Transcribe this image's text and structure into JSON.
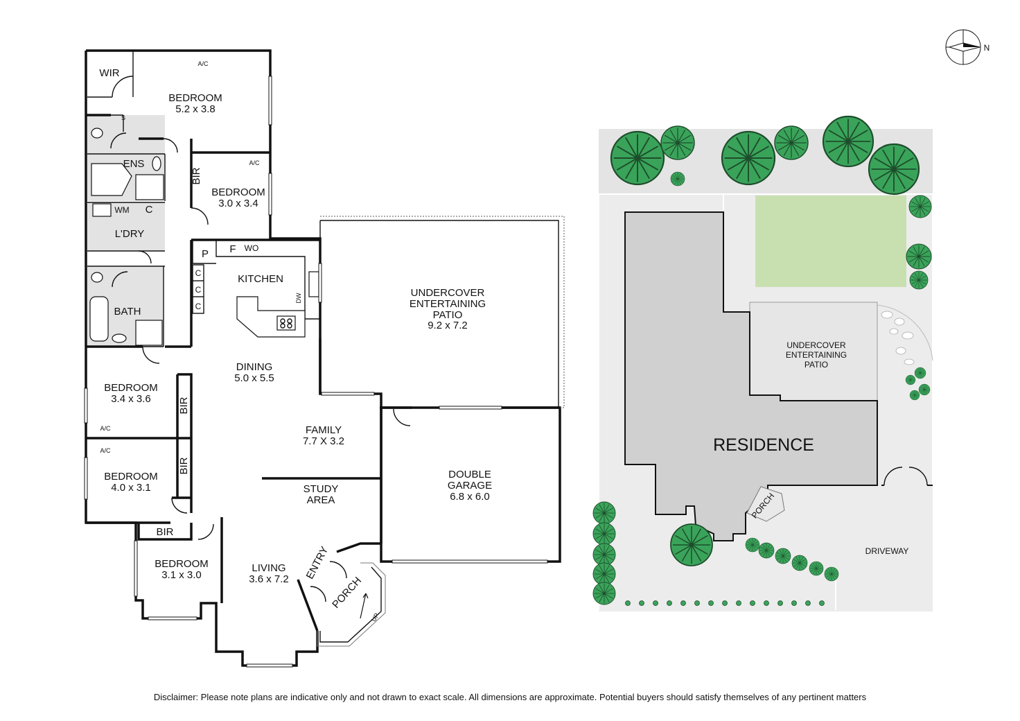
{
  "floor_plan": {
    "rooms": [
      {
        "name": "WIR"
      },
      {
        "name": "BEDROOM",
        "size": "5.2 x 3.8"
      },
      {
        "name": "ENS"
      },
      {
        "name": "BIR"
      },
      {
        "name": "BEDROOM",
        "size": "3.0 x 3.4"
      },
      {
        "name": "WM"
      },
      {
        "name": "C"
      },
      {
        "name": "L'DRY"
      },
      {
        "name": "P"
      },
      {
        "name": "F"
      },
      {
        "name": "WO"
      },
      {
        "name": "KITCHEN"
      },
      {
        "name": "DW"
      },
      {
        "name": "BATH"
      },
      {
        "name": "UNDERCOVER ENTERTAINING PATIO",
        "size": "9.2 x 7.2"
      },
      {
        "name": "DINING",
        "size": "5.0 x 5.5"
      },
      {
        "name": "BEDROOM",
        "size": "3.4 x 3.6"
      },
      {
        "name": "BIR"
      },
      {
        "name": "BIR"
      },
      {
        "name": "FAMILY",
        "size": "7.7 X 3.2"
      },
      {
        "name": "BEDROOM",
        "size": "4.0 x 3.1"
      },
      {
        "name": "DOUBLE GARAGE",
        "size": "6.8 x 6.0"
      },
      {
        "name": "STUDY AREA"
      },
      {
        "name": "BIR"
      },
      {
        "name": "BEDROOM",
        "size": "3.1 x 3.0"
      },
      {
        "name": "LIVING",
        "size": "3.6 x 7.2"
      },
      {
        "name": "ENTRY"
      },
      {
        "name": "PORCH"
      }
    ],
    "small_labels": {
      "ac": "A/C",
      "s": "S",
      "c": "C",
      "up": "UP"
    }
  },
  "site_plan": {
    "residence": "RESIDENCE",
    "patio": [
      "UNDERCOVER",
      "ENTERTAINING",
      "PATIO"
    ],
    "porch": "PORCH",
    "driveway": "DRIVEWAY"
  },
  "compass": {
    "label": "N"
  },
  "disclaimer": "Disclaimer: Please note plans are indicative only and not drawn to exact scale. All dimensions are approximate. Potential buyers should satisfy themselves of any pertinent matters",
  "colors": {
    "wall": "#111111",
    "tile": "#e3e3e3",
    "site_paving": "#ececec",
    "residence_fill": "#d0d0d0",
    "lawn": "#c8e0b0",
    "tree": "#3aa35a"
  }
}
